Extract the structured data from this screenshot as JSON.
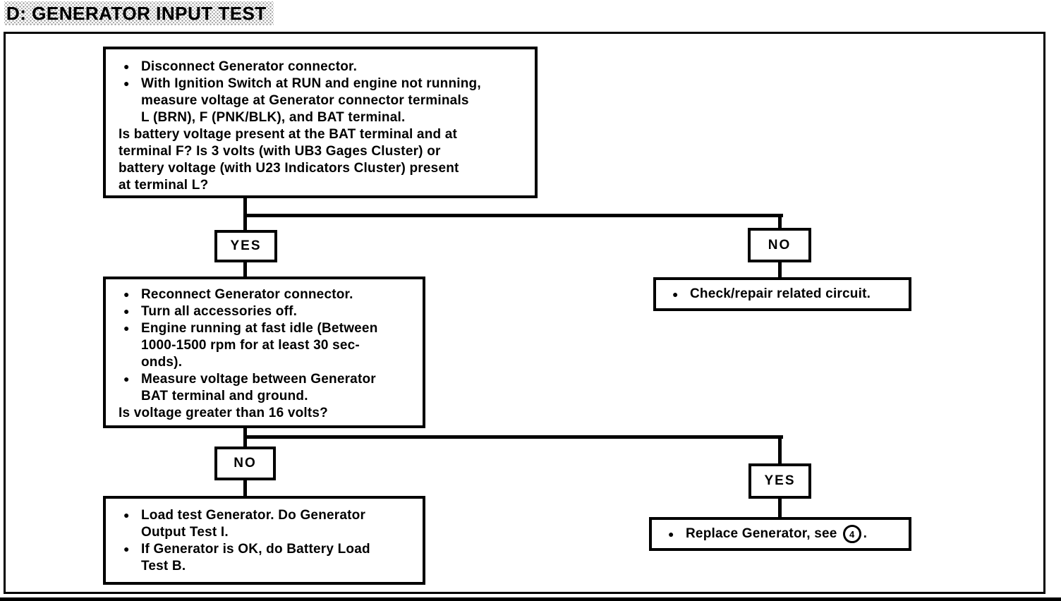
{
  "title": "D: GENERATOR INPUT TEST",
  "glyphs": {
    "bullet": "●"
  },
  "labels": {
    "yes": "YES",
    "no": "NO"
  },
  "step1": {
    "bullets": [
      [
        "Disconnect Generator connector."
      ],
      [
        "With Ignition Switch at RUN and engine not running,",
        "measure voltage at Generator connector terminals",
        "L (BRN), F (PNK/BLK), and BAT terminal."
      ]
    ],
    "question": [
      "Is battery voltage present at the BAT terminal and at",
      "terminal F? Is 3 volts (with UB3 Gages Cluster) or",
      "battery voltage (with U23 Indicators Cluster) present",
      "at terminal L?"
    ]
  },
  "step2": {
    "bullets": [
      [
        "Reconnect Generator connector."
      ],
      [
        "Turn all accessories off."
      ],
      [
        "Engine running at fast idle (Between",
        "1000-1500 rpm for at least 30 sec-",
        "onds)."
      ],
      [
        "Measure voltage between Generator",
        "BAT terminal and ground."
      ]
    ],
    "question": [
      "Is voltage greater than 16 volts?"
    ]
  },
  "check_repair": {
    "text": "Check/repair related circuit."
  },
  "load_test": {
    "bullets": [
      [
        "Load test Generator. Do Generator",
        "Output Test I."
      ],
      [
        "If Generator is OK, do Battery Load",
        "Test B."
      ]
    ]
  },
  "replace": {
    "text": "Replace Generator, see",
    "ref": "4",
    "suffix": "."
  }
}
